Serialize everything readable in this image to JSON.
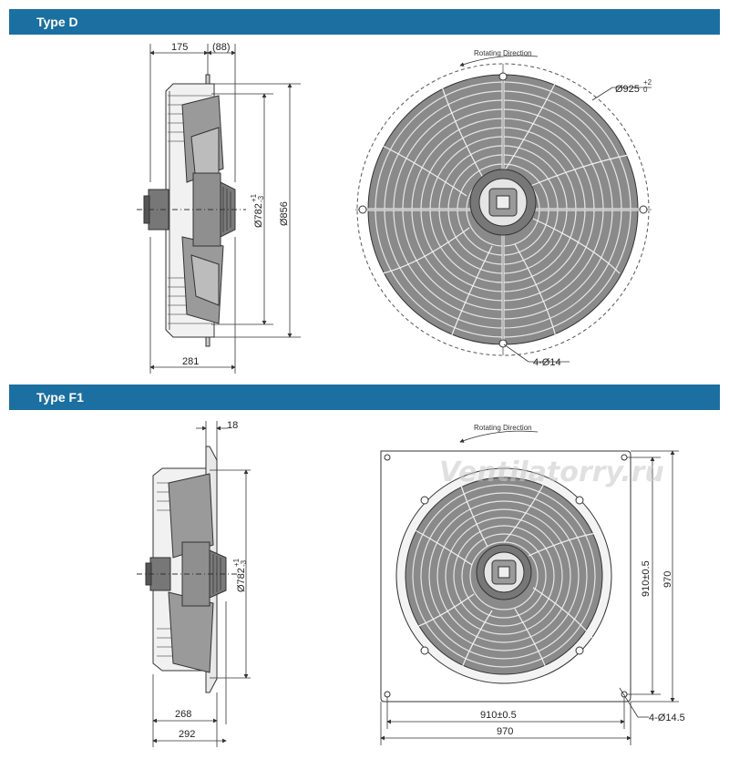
{
  "sections": [
    {
      "title": "Type D",
      "side_dims": {
        "top_width": "175",
        "top_offset": "(88)",
        "bottom_depth": "281",
        "blade_dia": "Ø782",
        "blade_tol_upper": "+1",
        "blade_tol_lower": "-3",
        "frame_height": "Ø856"
      },
      "front": {
        "rotation_label": "Rotating Direction",
        "outer_dia": "Ø925",
        "outer_tol_upper": "+2",
        "outer_tol_lower": "0",
        "holes": "4-Ø14"
      }
    },
    {
      "title": "Type F1",
      "side_dims": {
        "plate_thickness": "18",
        "blade_dia": "Ø782",
        "blade_tol_upper": "+1",
        "blade_tol_lower": "-3",
        "depth_inner": "268",
        "depth_outer": "292"
      },
      "front": {
        "rotation_label": "Rotating Direction",
        "hole_spacing_v": "910±0.5",
        "plate_height": "970",
        "hole_spacing_h": "910±0.5",
        "plate_width": "970",
        "holes": "4-Ø14.5",
        "watermark": "Ventilatorry.ru"
      }
    }
  ],
  "colors": {
    "header_bar": "#1b6fa1",
    "line": "#333333",
    "fill": "#8a8a8a"
  }
}
